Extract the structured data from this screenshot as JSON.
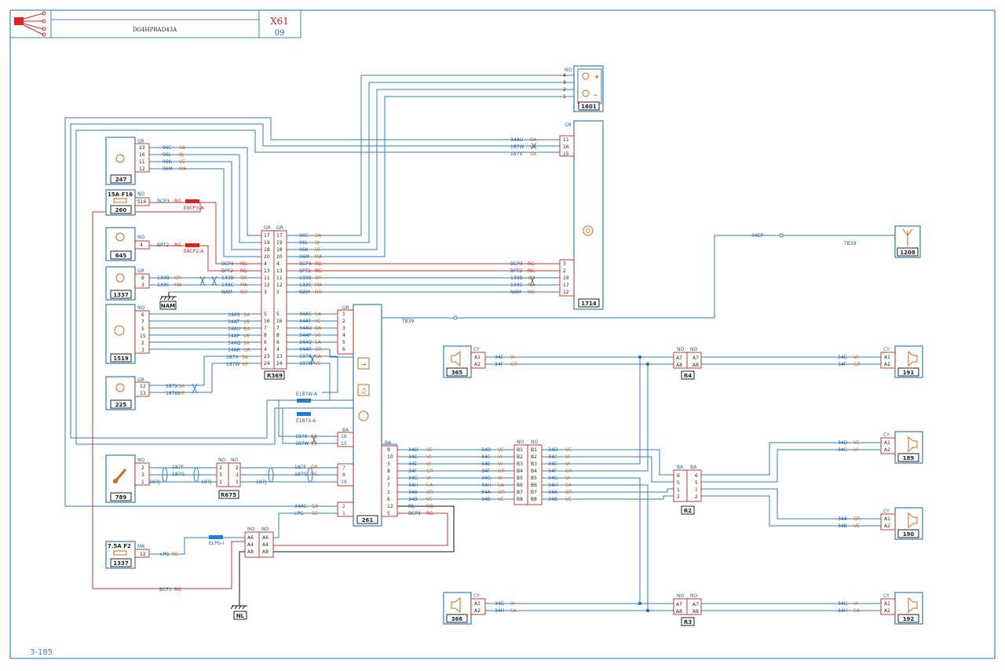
{
  "title_block": {
    "code": "DG4HPRAD43A",
    "sheet_id": "X61",
    "sheet_page": "09",
    "page_ref": "3-185"
  },
  "colors": {
    "frame": "#3a8ac4",
    "wire_blue": "#1e6fb8",
    "wire_red": "#c0392b",
    "wire_black": "#111111",
    "label_orange": "#cc6a1a",
    "label_red": "#cc2222",
    "label_blue": "#1e5fa8",
    "fuse_red": "#dd2222",
    "splice_blue": "#1f7ed8"
  },
  "components": {
    "c1601": {
      "id": "1601",
      "conn": "NO",
      "pins": [
        "4",
        "3",
        "2",
        "1"
      ]
    },
    "c1714": {
      "id": "1714",
      "conn": "GR",
      "pins": [
        "11",
        "16",
        "15",
        "3",
        "2",
        "18",
        "17",
        "12"
      ]
    },
    "c247": {
      "id": "247",
      "conn": "GR",
      "pins": [
        "23",
        "16",
        "11",
        "12"
      ],
      "wires": [
        "96C",
        "96L",
        "96K",
        "96M"
      ],
      "colors": [
        "BA",
        "BJ",
        "VE",
        "MA"
      ]
    },
    "c260": {
      "id": "260",
      "conn": "NO",
      "fuse": "15A  F16",
      "pin": "S16",
      "wire": "BCP3",
      "color": "RG",
      "splice": "E8CP3-A"
    },
    "c645": {
      "id": "645",
      "conn": "NO",
      "pin": "4",
      "wire": "BPT2",
      "color": "RG",
      "splice": "E8CP2-A"
    },
    "c1337a": {
      "id": "1337",
      "conn": "GR",
      "pins": [
        "6",
        "3"
      ],
      "wires": [
        "133B",
        "133C"
      ],
      "colors": [
        "OR",
        "MA"
      ]
    },
    "nam": {
      "label": "NAM"
    },
    "c1519": {
      "id": "1519",
      "conn": "NO",
      "pins": [
        "6",
        "7",
        "5",
        "15",
        "2",
        "3",
        "4"
      ],
      "wires": [
        "34AS",
        "34AT",
        "34AU",
        "34AP",
        "34AQ",
        "34AR"
      ],
      "colors": [
        "SA",
        "VE",
        "BA",
        "VE",
        "SA",
        "OR"
      ]
    },
    "c225": {
      "id": "225",
      "conn": "GR",
      "pins": [
        "12",
        "13"
      ],
      "wires": [
        "187X",
        "187W"
      ],
      "colors": [
        "SA",
        "VE"
      ]
    },
    "r369": {
      "id": "R369",
      "conn_left": "GR",
      "conn_right": "GR",
      "pins_left": [
        "17",
        "19",
        "18",
        "20",
        "4",
        "13",
        "11",
        "12",
        "3",
        "5",
        "16",
        "7",
        "8",
        "6",
        "4",
        "23",
        "24"
      ],
      "pins_right": [
        "17",
        "19",
        "18",
        "20",
        "4",
        "13",
        "11",
        "12",
        "3",
        "5",
        "16",
        "7",
        "8",
        "6",
        "4",
        "23",
        "24"
      ]
    },
    "r369_right_wires": [
      "96C",
      "96L",
      "96K",
      "96M",
      "BCP3",
      "BPT2",
      "133B",
      "133C",
      "NAM",
      "34AS",
      "34AT",
      "34AU",
      "34AP",
      "34AQ",
      "34AR",
      "187X",
      "187W"
    ],
    "r369_right_colors": [
      "BA",
      "BJ",
      "VE",
      "MA",
      "RG",
      "RG",
      "OR",
      "MA",
      "NO",
      "SA",
      "VE",
      "BA",
      "VE",
      "SA",
      "OR",
      "SA",
      "VE"
    ],
    "c261": {
      "id": "261",
      "conn_top": "GR",
      "conn_mid": "BA",
      "pins_top": [
        "1",
        "2",
        "3",
        "4",
        "5",
        "6"
      ],
      "pins_mid": [
        "16",
        "15"
      ],
      "pins_bot": [
        "7",
        "8",
        "19",
        "2",
        "1"
      ],
      "pins_right": [
        "9",
        "10",
        "3",
        "8",
        "2",
        "7",
        "1",
        "6",
        "12",
        "5"
      ]
    },
    "c789": {
      "id": "789",
      "conn": "NO",
      "pins": [
        "2",
        "3",
        "1"
      ],
      "wires": [
        "187F",
        "187G",
        "187J"
      ]
    },
    "r675": {
      "id": "R675",
      "conn": "NO",
      "pins_left": [
        "2",
        "3",
        "1"
      ],
      "pins_right": [
        "2",
        "3",
        "1"
      ]
    },
    "c1337b": {
      "id": "1337",
      "conn": "MA",
      "fuse": "7.5A  F2",
      "pin": "12",
      "wire": "LPG",
      "color": "BE",
      "splice": "ELPG-I"
    },
    "conn_a": {
      "conn_left": "NO",
      "conn_right": "NO",
      "pins": [
        "A6",
        "A4",
        "A8"
      ]
    },
    "nl": {
      "label": "NL"
    },
    "c365": {
      "id": "365",
      "conn": "CY",
      "pins": [
        "A1",
        "A2"
      ],
      "wires": [
        "34E",
        "34F"
      ],
      "colors": [
        "VI",
        "GR"
      ]
    },
    "c366": {
      "id": "366",
      "conn": "CY",
      "pins": [
        "A1",
        "A2"
      ],
      "wires": [
        "34G",
        "34H"
      ],
      "colors": [
        "VI",
        "SA"
      ]
    },
    "r4": {
      "id": "R4",
      "conn": "NO",
      "pins": [
        "A7",
        "A8"
      ]
    },
    "r3": {
      "id": "R3",
      "conn": "NO",
      "pins": [
        "A7",
        "A8"
      ]
    },
    "r2": {
      "id": "R2",
      "conn": "BA",
      "pins": [
        "6",
        "5",
        "1",
        "2"
      ]
    },
    "c191": {
      "id": "191",
      "conn": "CY",
      "pins": [
        "A1",
        "A2"
      ],
      "wires": [
        "34E",
        "34F"
      ],
      "colors": [
        "VI",
        "GR"
      ]
    },
    "c189": {
      "id": "189",
      "conn": "CY",
      "pins": [
        "A1",
        "A2"
      ],
      "wires": [
        "34D",
        "34C"
      ],
      "colors": [
        "VE",
        "VI"
      ]
    },
    "c190": {
      "id": "190",
      "conn": "CY",
      "pins": [
        "A1",
        "A2"
      ],
      "wires": [
        "34A",
        "34B"
      ],
      "colors": [
        "OR",
        "VE"
      ]
    },
    "c192": {
      "id": "192",
      "conn": "CY",
      "pins": [
        "A1",
        "A2"
      ],
      "wires": [
        "34G",
        "34H"
      ],
      "colors": [
        "VI",
        "SA"
      ]
    },
    "c1208": {
      "id": "1208",
      "wire": "TB39",
      "splice": "34EP"
    },
    "bus": {
      "conn": "NO",
      "pins": [
        "B1",
        "B2",
        "B3",
        "B4",
        "B5",
        "B6",
        "B7",
        "B8"
      ],
      "wires": [
        "34D",
        "34C",
        "34E",
        "34F",
        "34G",
        "34H",
        "34A",
        "34B"
      ],
      "colors": [
        "VE",
        "VI",
        "VI",
        "GR",
        "VI",
        "SA",
        "OR",
        "VE"
      ]
    },
    "c261_right_wires": [
      "34D",
      "34C",
      "34E",
      "34F",
      "34G",
      "34H",
      "34A",
      "34B",
      "NL",
      "BCP3"
    ],
    "c261_right_colors": [
      "VE",
      "VI",
      "VI",
      "GR",
      "VI",
      "SA",
      "OR",
      "VE",
      "NO",
      "RG"
    ]
  },
  "misc_labels": {
    "tb39": "TB39",
    "e187w": "E187W-A",
    "e187x": "E187X-A",
    "w34c_ba": "34AC",
    "w34c_color": "BA",
    "lpg": "LPG",
    "lpg_color": "BE",
    "bcp3_bottom": "BCP3",
    "bcp3_bottom_color": "RG",
    "w187x": "187X",
    "w187w": "187W",
    "bus_right_wires": [
      "34D",
      "34C",
      "34E",
      "34F",
      "34G",
      "34H",
      "34A",
      "34B"
    ],
    "bus_right_colors": [
      "VE",
      "VI",
      "VI",
      "GR",
      "VI",
      "SA",
      "OR",
      "VE"
    ]
  }
}
